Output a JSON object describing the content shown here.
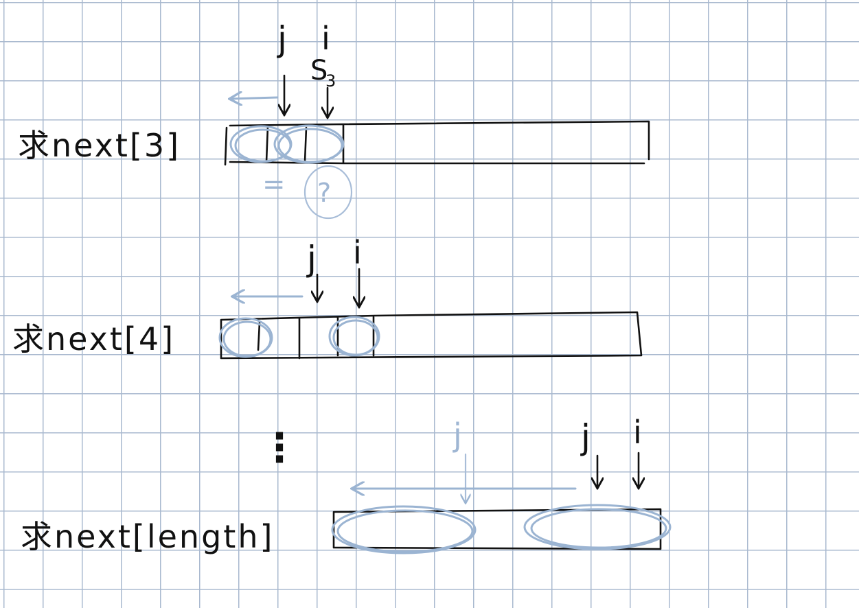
{
  "colors": {
    "ink": "#111111",
    "highlight": "#9bb4d2",
    "grid": "#a9b9cf",
    "paper": "#ffffff"
  },
  "rows": [
    {
      "label": "求next[3]",
      "j": "j",
      "i": "i",
      "s_label": "S",
      "s_sub": "3",
      "equals": "=",
      "question": "?"
    },
    {
      "label": "求next[4]",
      "j": "j",
      "i": "i"
    },
    {
      "label": "求next[length]",
      "j": "j",
      "i": "i",
      "j_faded": "j"
    }
  ],
  "ellipsis": "⋮"
}
